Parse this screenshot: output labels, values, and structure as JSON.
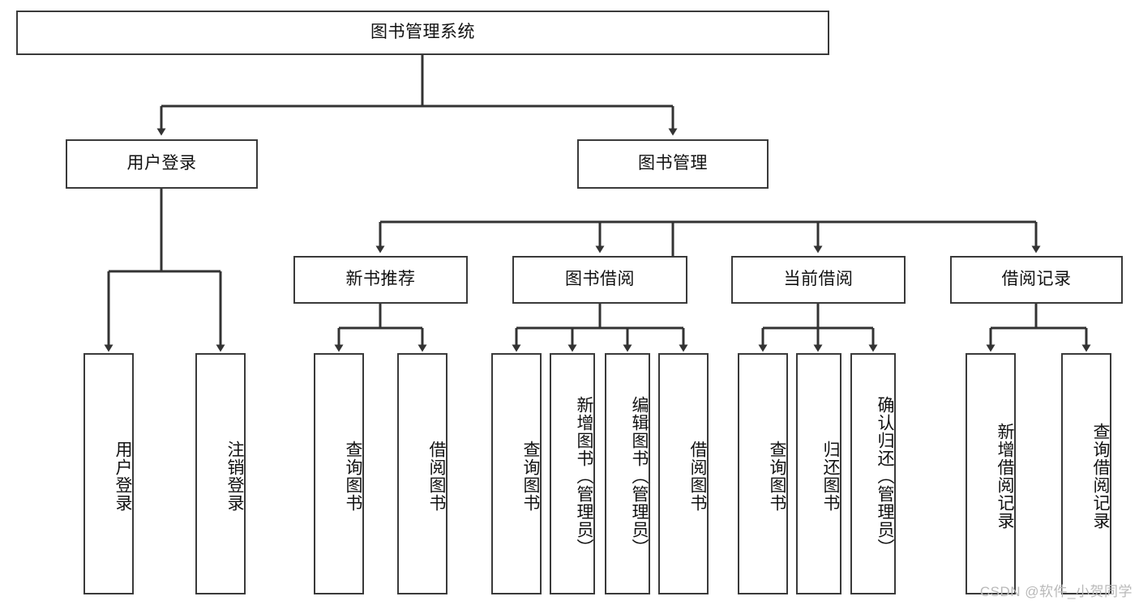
{
  "diagram": {
    "title": "图书管理系统",
    "type": "tree-hierarchy-diagram",
    "root": {
      "label": "图书管理系统"
    },
    "level2": [
      {
        "label": "用户登录"
      },
      {
        "label": "图书管理"
      }
    ],
    "level3": [
      {
        "label": "新书推荐"
      },
      {
        "label": "图书借阅"
      },
      {
        "label": "当前借阅"
      },
      {
        "label": "借阅记录"
      }
    ],
    "leaves": {
      "user_login": [
        {
          "label": "用户登录"
        },
        {
          "label": "注销登录"
        }
      ],
      "new_book_recommend": [
        {
          "label": "查询图书"
        },
        {
          "label": "借阅图书"
        }
      ],
      "book_borrow": [
        {
          "label": "查询图书"
        },
        {
          "label": "新增图书（管理员）"
        },
        {
          "label": "编辑图书（管理员）"
        },
        {
          "label": "借阅图书"
        }
      ],
      "current_borrow": [
        {
          "label": "查询图书"
        },
        {
          "label": "归还图书"
        },
        {
          "label": "确认归还（管理员）"
        }
      ],
      "borrow_record": [
        {
          "label": "新增借阅记录"
        },
        {
          "label": "查询借阅记录"
        }
      ]
    }
  },
  "watermark": {
    "text": "CSDN @软件_小贺同学"
  },
  "colors": {
    "border": "#3a3a3a",
    "line": "#333333",
    "text": "#111111",
    "background": "#ffffff",
    "watermark": "#b9b9b9"
  }
}
